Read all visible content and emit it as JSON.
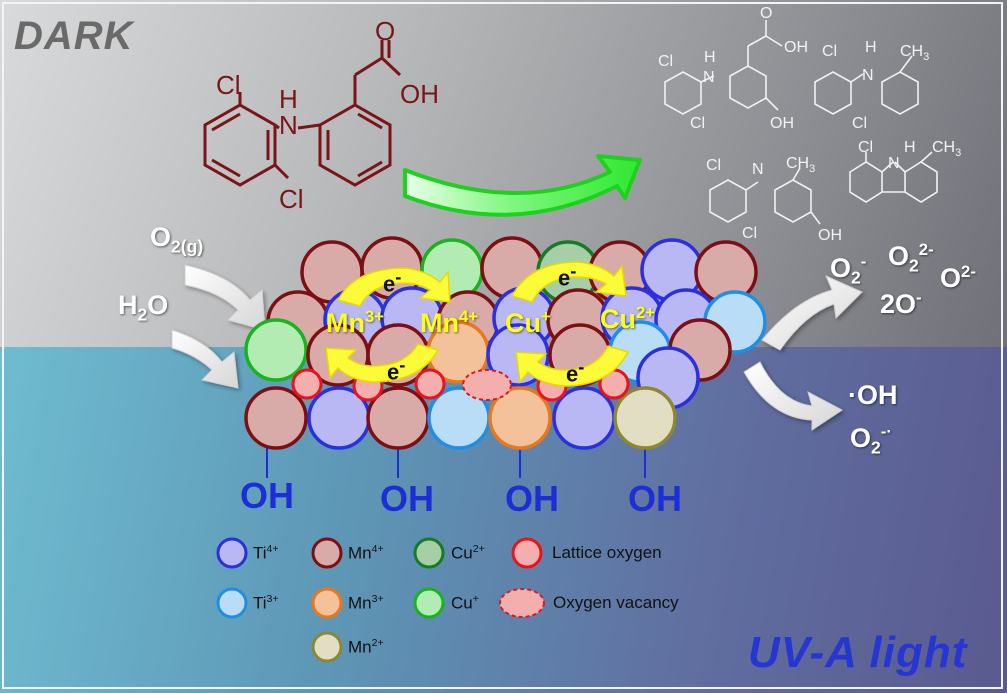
{
  "labels": {
    "dark": "DARK",
    "uva": "UV-A light",
    "o2g_main": "O",
    "o2g_sub": "2(g)",
    "h2o_a": "H",
    "h2o_sub": "2",
    "h2o_b": "O",
    "hydroxyl": "OH",
    "electron": "e",
    "electron_sup": "-",
    "mn3": "Mn",
    "mn3_sup": "3+",
    "mn4": "Mn",
    "mn4_sup": "4+",
    "cu1": "Cu",
    "cu1_sup": "+",
    "cu2": "Cu",
    "cu2_sup": "2+"
  },
  "molecule": {
    "cl_left_top": "Cl",
    "cl_left_bottom": "Cl",
    "h": "H",
    "n": "N",
    "o": "O",
    "oh": "OH"
  },
  "products": {
    "cl": "Cl",
    "h": "H",
    "n": "N",
    "oh": "OH",
    "o": "O",
    "ch3_main": "CH",
    "ch3_sub": "3"
  },
  "ros_top": {
    "o2_main": "O",
    "o2_sub": "2",
    "o2_sup": "-",
    "o22_main": "O",
    "o22_sub": "2",
    "o22_sup": "2-",
    "o2m_main": "O",
    "o2m_sup": "2-",
    "twoo_main": "2O",
    "twoo_sup": "-"
  },
  "ros_bottom": {
    "oh_dot": "·",
    "oh": "OH",
    "o2_main": "O",
    "o2_sub": "2",
    "o2_sup": "-·"
  },
  "legend": {
    "ti4": "Ti",
    "ti4_sup": "4+",
    "ti3": "Ti",
    "ti3_sup": "3+",
    "mn4": "Mn",
    "mn4_sup": "4+",
    "mn3": "Mn",
    "mn3_sup": "3+",
    "mn2": "Mn",
    "mn2_sup": "2+",
    "cu2": "Cu",
    "cu2_sup": "2+",
    "cu1": "Cu",
    "cu1_sup": "+",
    "lattice": "Lattice oxygen",
    "vacancy": "Oxygen vacancy"
  },
  "colors": {
    "ti4_fill": "#b9b8f4",
    "ti4_stroke": "#2a2fe0",
    "ti3_fill": "#b9dcf7",
    "ti3_stroke": "#1f8fe6",
    "mn4_fill": "#d8aaa8",
    "mn4_stroke": "#7d0f12",
    "mn3_fill": "#f4c29a",
    "mn3_stroke": "#e8771e",
    "mn2_fill": "#e2dec3",
    "mn2_stroke": "#8c8732",
    "cu2_fill": "#a7cfa7",
    "cu2_stroke": "#177b22",
    "cu1_fill": "#b3ecb3",
    "cu1_stroke": "#18b41e",
    "lattice_fill": "#f5aeae",
    "lattice_stroke": "#e8141b",
    "vacancy_fill": "#f5aeae",
    "vacancy_stroke": "#d61d1d",
    "molecule": "#7b1416",
    "products": "#f2f2f2",
    "green_arrow": "#2fe82f",
    "yellow_arrow": "#fbfb3a",
    "oh_text": "#1c2fd6"
  }
}
